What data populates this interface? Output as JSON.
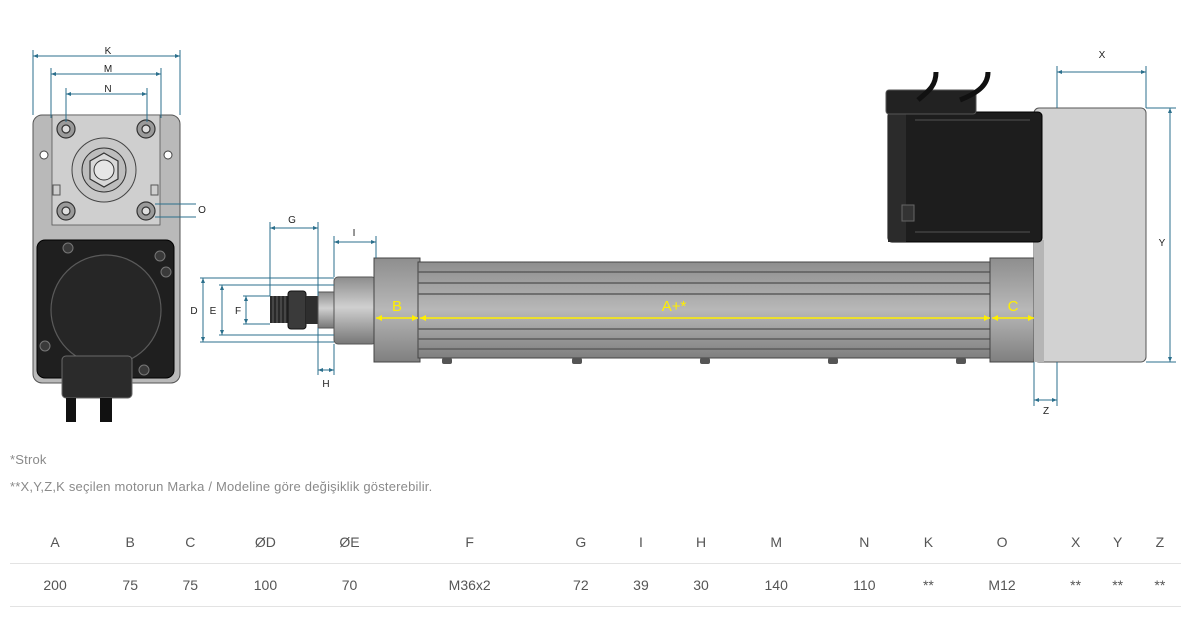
{
  "labels": {
    "K": "K",
    "M": "M",
    "N": "N",
    "O": "O",
    "G": "G",
    "I": "I",
    "D": "D",
    "E": "E",
    "F": "F",
    "H": "H",
    "B": "B",
    "A": "A+*",
    "C": "C",
    "X": "X",
    "Y": "Y",
    "Z": "Z"
  },
  "notes": {
    "stroke": "*Strok",
    "motor": "**X,Y,Z,K seçilen motorun Marka / Modeline göre değişiklik gösterebilir."
  },
  "table": {
    "headers": [
      "A",
      "B",
      "C",
      "ØD",
      "ØE",
      "F",
      "G",
      "I",
      "H",
      "M",
      "N",
      "K",
      "O",
      "X",
      "Y",
      "Z"
    ],
    "values": [
      "200",
      "75",
      "75",
      "100",
      "70",
      "M36x2",
      "72",
      "39",
      "30",
      "140",
      "110",
      "**",
      "M12",
      "**",
      "**",
      "**"
    ]
  },
  "colors": {
    "dimension_line": "#2b6f8c",
    "highlight": "#ffef00",
    "body_grey": "#a9a9a9",
    "motor_black": "#1e1e1e"
  }
}
